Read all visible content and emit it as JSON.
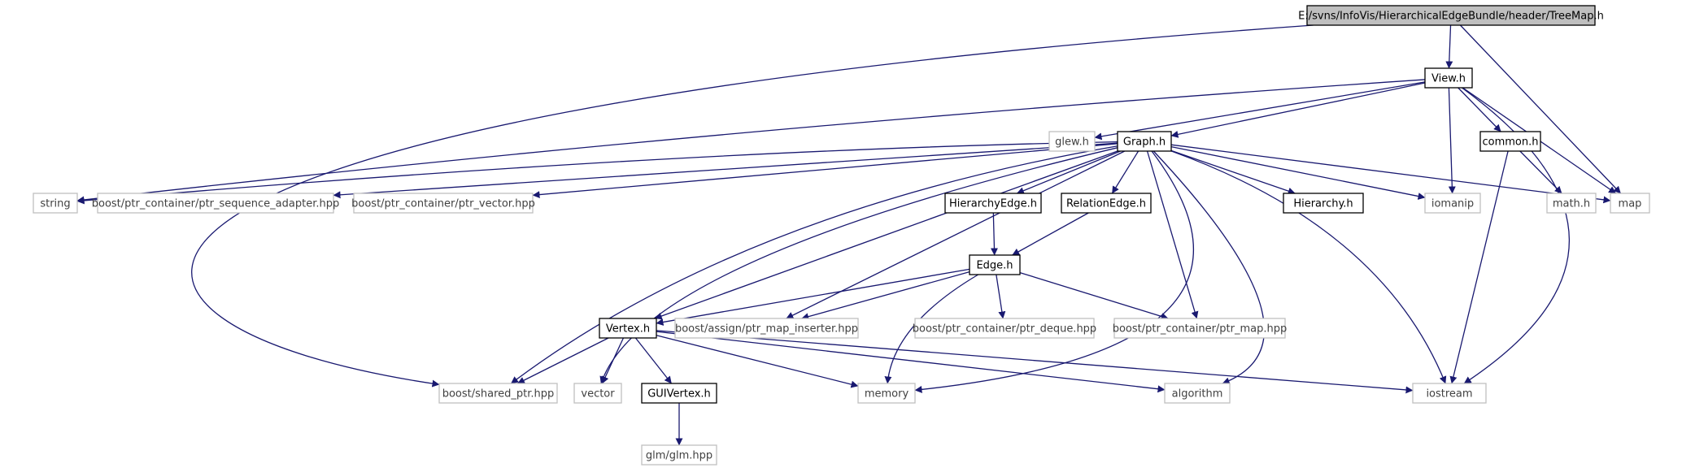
{
  "diagram": {
    "type": "include-dependency-graph",
    "colors": {
      "edge": "#191970",
      "project_border": "#000000",
      "external_border": "#bfbfbf",
      "root_fill": "#bfbfbf",
      "background": "#ffffff"
    },
    "nodes": [
      {
        "id": "treemap",
        "label": "E:/svns/InfoVis/HierarchicalEdgeBundle/header/TreeMap.h",
        "kind": "root"
      },
      {
        "id": "view",
        "label": "View.h",
        "kind": "project"
      },
      {
        "id": "glew",
        "label": "glew.h",
        "kind": "external"
      },
      {
        "id": "graph",
        "label": "Graph.h",
        "kind": "project"
      },
      {
        "id": "common",
        "label": "common.h",
        "kind": "project"
      },
      {
        "id": "string",
        "label": "string",
        "kind": "external"
      },
      {
        "id": "ptr_seq",
        "label": "boost/ptr_container/ptr_sequence_adapter.hpp",
        "kind": "external"
      },
      {
        "id": "ptr_vec",
        "label": "boost/ptr_container/ptr_vector.hpp",
        "kind": "external"
      },
      {
        "id": "hierarchyedge",
        "label": "HierarchyEdge.h",
        "kind": "project"
      },
      {
        "id": "relationedge",
        "label": "RelationEdge.h",
        "kind": "project"
      },
      {
        "id": "hierarchy",
        "label": "Hierarchy.h",
        "kind": "project"
      },
      {
        "id": "iomanip",
        "label": "iomanip",
        "kind": "external"
      },
      {
        "id": "math",
        "label": "math.h",
        "kind": "external"
      },
      {
        "id": "map",
        "label": "map",
        "kind": "external"
      },
      {
        "id": "edge",
        "label": "Edge.h",
        "kind": "project"
      },
      {
        "id": "vertex",
        "label": "Vertex.h",
        "kind": "project"
      },
      {
        "id": "ptr_map_ins",
        "label": "boost/assign/ptr_map_inserter.hpp",
        "kind": "external"
      },
      {
        "id": "ptr_deque",
        "label": "boost/ptr_container/ptr_deque.hpp",
        "kind": "external"
      },
      {
        "id": "ptr_map",
        "label": "boost/ptr_container/ptr_map.hpp",
        "kind": "external"
      },
      {
        "id": "shared_ptr",
        "label": "boost/shared_ptr.hpp",
        "kind": "external"
      },
      {
        "id": "vector",
        "label": "vector",
        "kind": "external"
      },
      {
        "id": "guivertex",
        "label": "GUIVertex.h",
        "kind": "project"
      },
      {
        "id": "memory",
        "label": "memory",
        "kind": "external"
      },
      {
        "id": "algorithm",
        "label": "algorithm",
        "kind": "external"
      },
      {
        "id": "iostream",
        "label": "iostream",
        "kind": "external"
      },
      {
        "id": "glm",
        "label": "glm/glm.hpp",
        "kind": "external"
      }
    ],
    "edges": [
      {
        "from": "treemap",
        "to": "view"
      },
      {
        "from": "treemap",
        "to": "map"
      },
      {
        "from": "treemap",
        "to": "shared_ptr"
      },
      {
        "from": "view",
        "to": "glew"
      },
      {
        "from": "view",
        "to": "graph"
      },
      {
        "from": "view",
        "to": "common"
      },
      {
        "from": "view",
        "to": "string"
      },
      {
        "from": "view",
        "to": "iomanip"
      },
      {
        "from": "view",
        "to": "map"
      },
      {
        "from": "view",
        "to": "iostream"
      },
      {
        "from": "graph",
        "to": "string"
      },
      {
        "from": "graph",
        "to": "ptr_seq"
      },
      {
        "from": "graph",
        "to": "ptr_vec"
      },
      {
        "from": "graph",
        "to": "hierarchyedge"
      },
      {
        "from": "graph",
        "to": "relationedge"
      },
      {
        "from": "graph",
        "to": "hierarchy"
      },
      {
        "from": "graph",
        "to": "iomanip"
      },
      {
        "from": "graph",
        "to": "map"
      },
      {
        "from": "graph",
        "to": "vertex"
      },
      {
        "from": "graph",
        "to": "ptr_map_ins"
      },
      {
        "from": "graph",
        "to": "ptr_map"
      },
      {
        "from": "graph",
        "to": "shared_ptr"
      },
      {
        "from": "graph",
        "to": "vector"
      },
      {
        "from": "graph",
        "to": "memory"
      },
      {
        "from": "graph",
        "to": "algorithm"
      },
      {
        "from": "graph",
        "to": "iostream"
      },
      {
        "from": "common",
        "to": "math"
      },
      {
        "from": "common",
        "to": "iostream"
      },
      {
        "from": "hierarchyedge",
        "to": "edge"
      },
      {
        "from": "relationedge",
        "to": "edge"
      },
      {
        "from": "edge",
        "to": "vertex"
      },
      {
        "from": "edge",
        "to": "ptr_map_ins"
      },
      {
        "from": "edge",
        "to": "ptr_deque"
      },
      {
        "from": "edge",
        "to": "ptr_map"
      },
      {
        "from": "edge",
        "to": "memory"
      },
      {
        "from": "vertex",
        "to": "shared_ptr"
      },
      {
        "from": "vertex",
        "to": "vector"
      },
      {
        "from": "vertex",
        "to": "guivertex"
      },
      {
        "from": "vertex",
        "to": "memory"
      },
      {
        "from": "vertex",
        "to": "algorithm"
      },
      {
        "from": "vertex",
        "to": "iostream"
      },
      {
        "from": "guivertex",
        "to": "glm"
      }
    ]
  }
}
